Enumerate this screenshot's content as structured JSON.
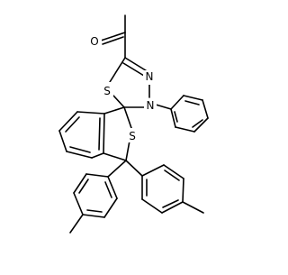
{
  "molecule": {
    "atom_labels": {
      "oxygen": "O",
      "sulfur_thiadiazole": "S",
      "sulfur_ring": "S",
      "nitrogen_imine": "N",
      "nitrogen_amine": "N"
    },
    "colors": {
      "bond": "#000000",
      "background": "#ffffff"
    }
  }
}
